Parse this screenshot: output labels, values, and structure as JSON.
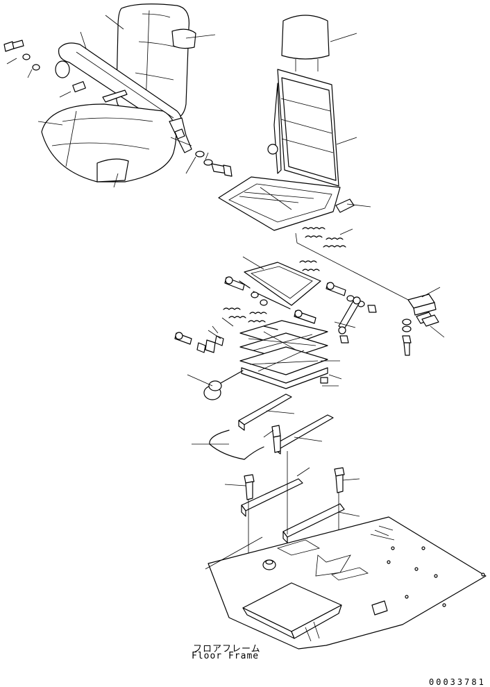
{
  "caption": {
    "jp": "フロアフレーム",
    "en": "Floor Frame"
  },
  "drawing_number": "00033781",
  "colors": {
    "line": "#000000",
    "background": "#ffffff"
  }
}
